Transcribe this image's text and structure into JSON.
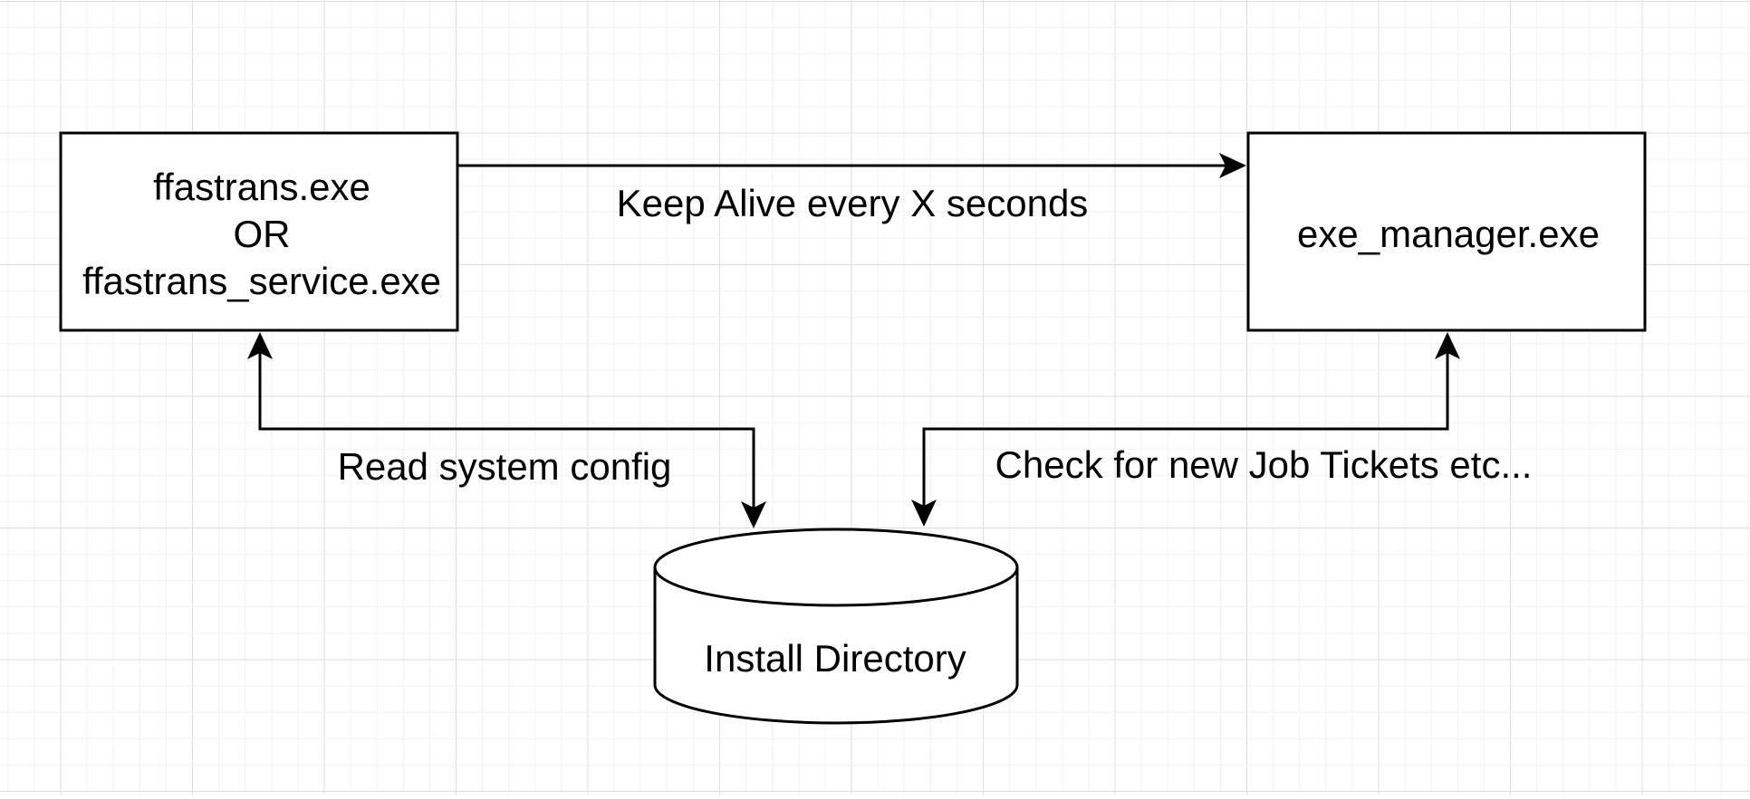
{
  "nodes": {
    "ffastrans": {
      "lines": [
        "ffastrans.exe",
        "OR",
        "ffastrans_service.exe"
      ]
    },
    "exe_manager": {
      "label": "exe_manager.exe"
    },
    "install_directory": {
      "label": "Install Directory"
    }
  },
  "edges": {
    "keep_alive": {
      "label": "Keep Alive every X seconds"
    },
    "read_config": {
      "label": "Read system config"
    },
    "check_tickets": {
      "label": "Check for new Job Tickets etc..."
    }
  },
  "colors": {
    "grid_minor": "#f2f2f2",
    "grid_major": "#dddddd",
    "stroke": "#000000",
    "fill": "#ffffff"
  }
}
